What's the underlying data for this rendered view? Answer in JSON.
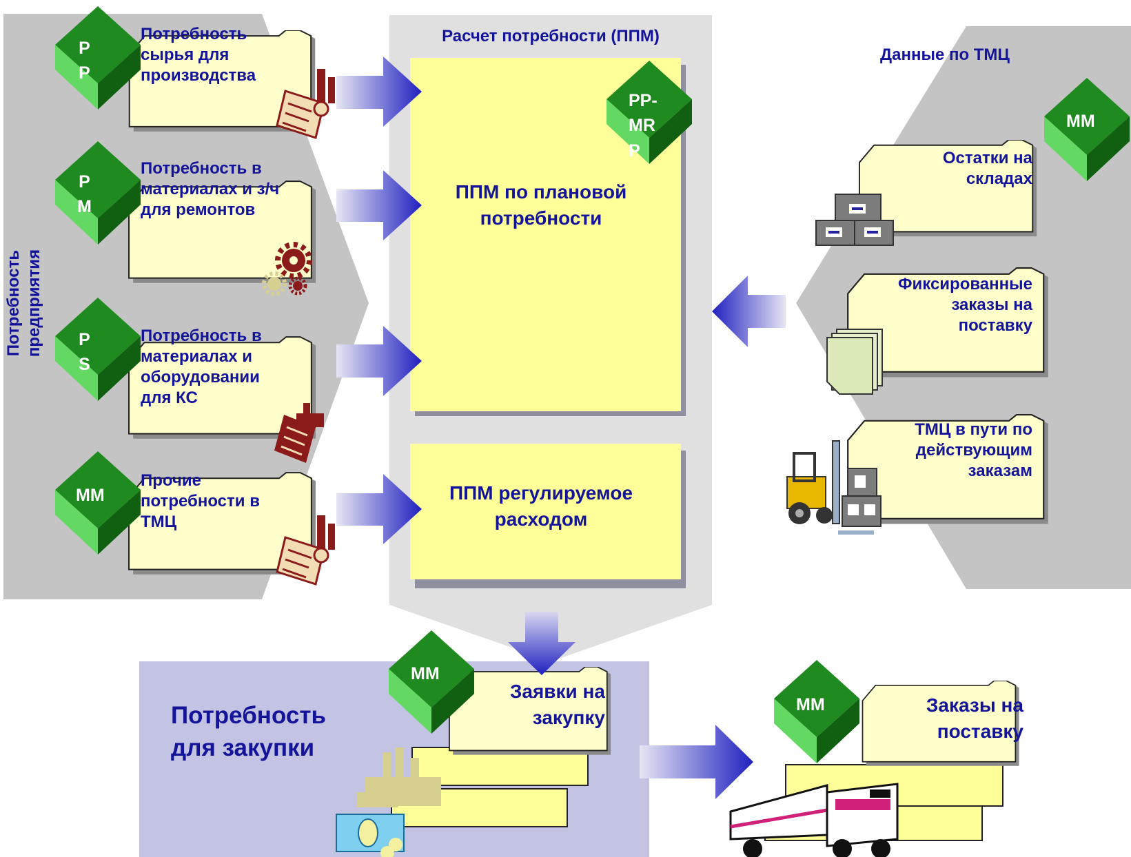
{
  "left_panel": {
    "title": "Потребность предприятия",
    "items": [
      {
        "code": "P\nP",
        "label": "Потребность сырья для производства"
      },
      {
        "code": "P\nM",
        "label": "Потребность в материалах и з/ч для ремонтов"
      },
      {
        "code": "P\nS",
        "label": "Потребность в материалах и оборудовании для КС"
      },
      {
        "code": "MM",
        "label": "Прочие потребности в ТМЦ"
      }
    ]
  },
  "center_panel": {
    "title": "Расчет потребности (ППМ)",
    "module_code": "PP-\nMR\nP",
    "box_planned": "ППМ по плановой потребности",
    "box_consumption": "ППМ регулируемое расходом"
  },
  "right_panel": {
    "title": "Данные по ТМЦ",
    "module_code": "MM",
    "items": [
      {
        "label": "Остатки на складах"
      },
      {
        "label": "Фиксированные заказы на поставку"
      },
      {
        "label": "ТМЦ в пути по действующим заказам"
      }
    ]
  },
  "bottom_left": {
    "title": "Потребность для закупки",
    "module_code": "MM",
    "folder_label": "Заявки на закупку"
  },
  "bottom_right": {
    "module_code": "MM",
    "folder_label": "Заказы на поставку"
  },
  "colors": {
    "module_green": "#1f8a1f",
    "folder_fill": "#ffffcc",
    "box_fill": "#ffff99",
    "text_blue": "#14149a",
    "panel_gray": "#c4c4c4",
    "center_gray": "#e0e0e0",
    "purchase_panel": "#c3c3e3",
    "arrow_blue": "#2b2bc8"
  }
}
